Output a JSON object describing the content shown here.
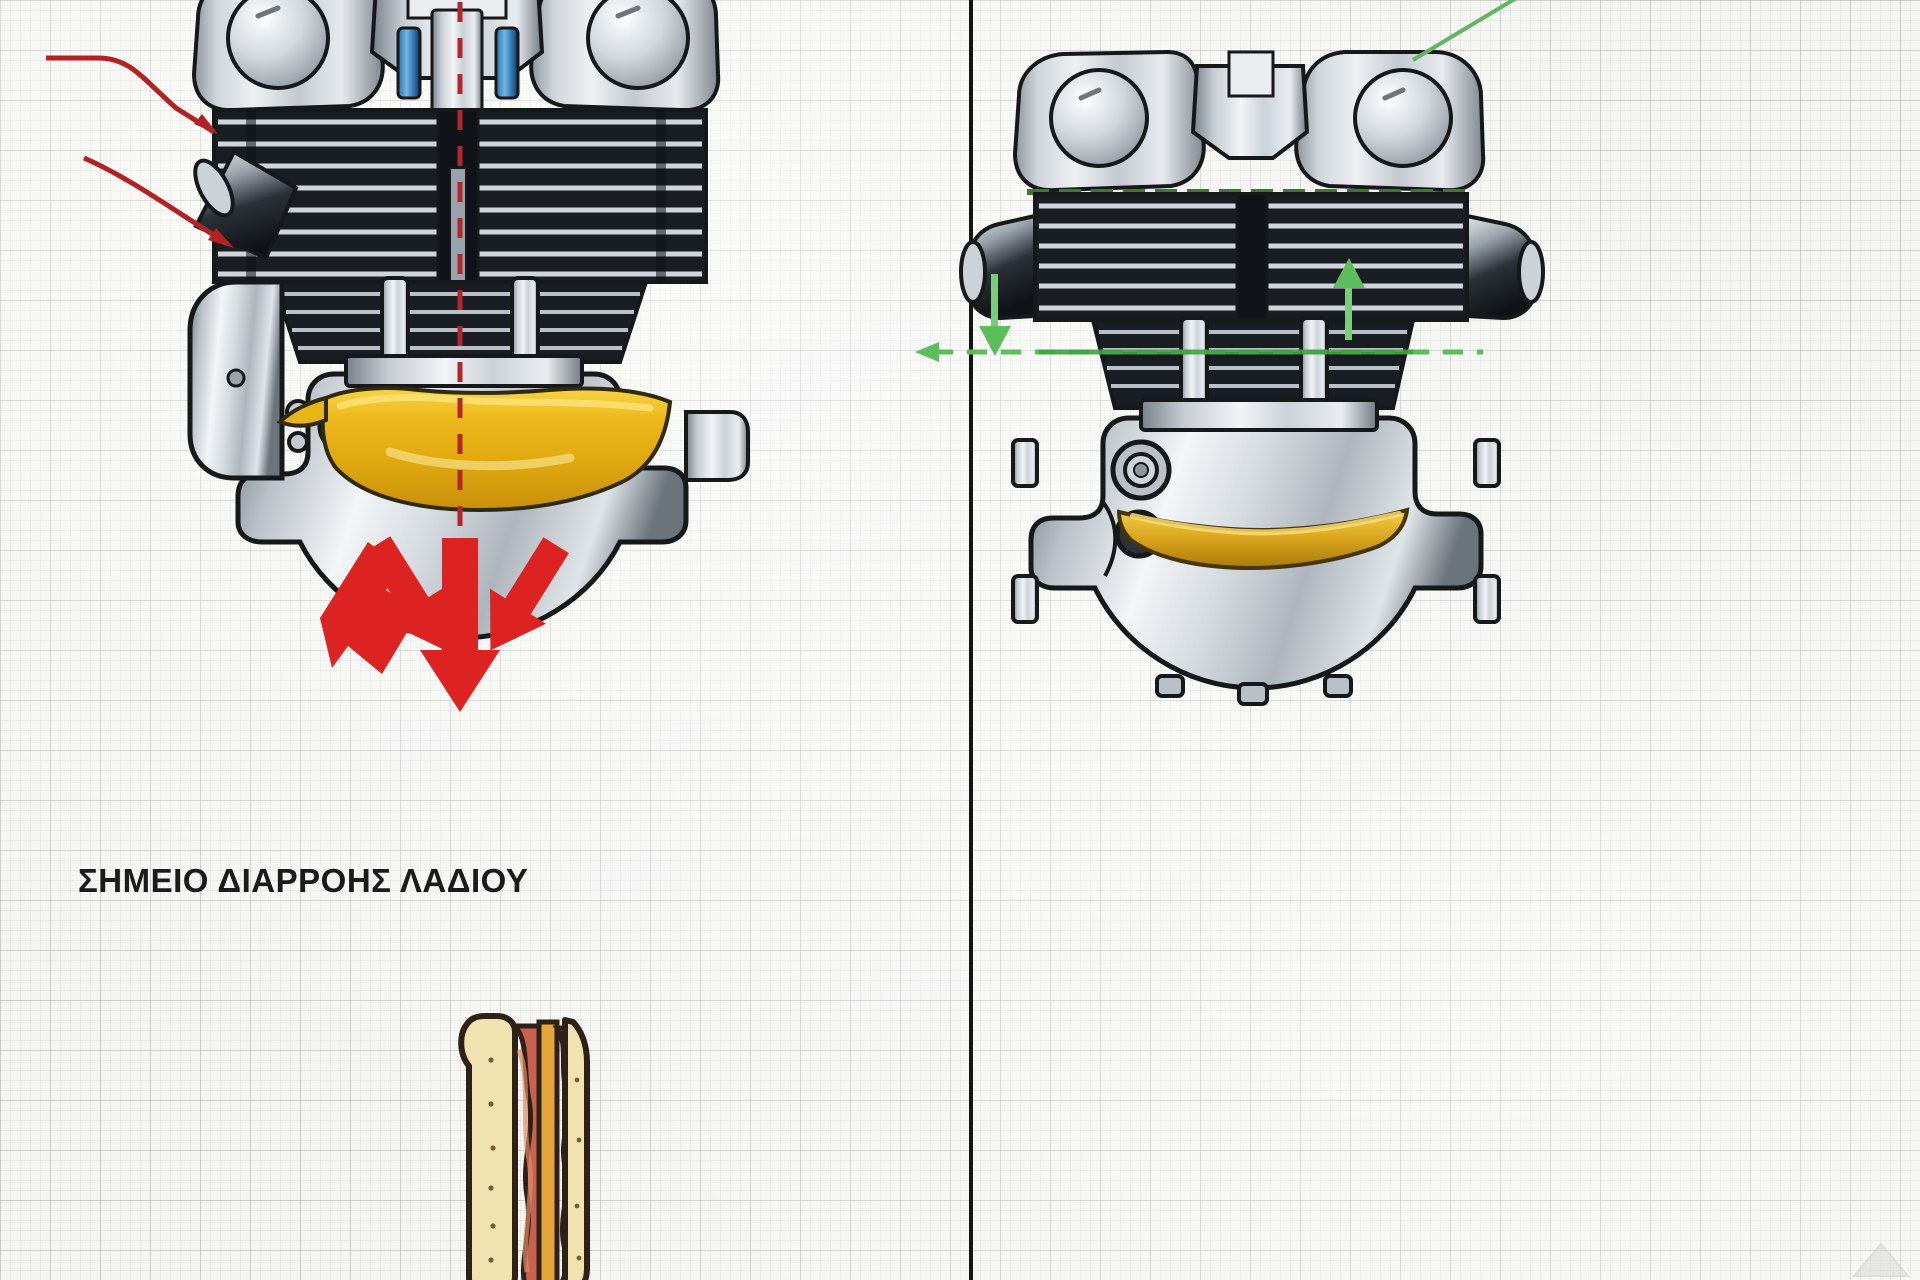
{
  "diagram": {
    "title": "Engine oil level comparison diagram",
    "background": "graph-paper",
    "divider_color": "#151515"
  },
  "left_panel": {
    "name": "overfilled-engine",
    "caption": "ΣΗΜΕΙΟ ΔΙΑΡΡΟΗΣ ΛΑΔΙΟΥ",
    "caption_color": "#1b1b1b",
    "annotation_color": "#c2181c",
    "oil_color": "#e8b518",
    "oil_state": "overfilled",
    "oil_level_label": "",
    "centerline_style": "red-dashed",
    "arrows": [
      {
        "name": "leak-arrow-left",
        "direction": "down-left",
        "color": "#dd2222"
      },
      {
        "name": "leak-arrow-center",
        "direction": "down",
        "color": "#dd2222"
      },
      {
        "name": "leak-arrow-right",
        "direction": "down-right",
        "color": "#dd2222"
      }
    ],
    "pointer_arrows": [
      {
        "name": "pointer-head-gasket",
        "color": "#b22222"
      },
      {
        "name": "pointer-intake-port",
        "color": "#b22222"
      }
    ],
    "sandwich": {
      "name": "squashed-sandwich",
      "orientation": "vertical-compressed",
      "bread_color": "#f0e0ae",
      "crust_color": "#d69a3c",
      "ham_color": "#c8614f",
      "lettuce_color": "#8cc04a"
    }
  },
  "right_panel": {
    "name": "correct-level-engine",
    "caption": "",
    "annotation_color": "#3fa33f",
    "oil_color": "#d8ad2c",
    "oil_state": "correct-level",
    "centerline_style": "green-dashed",
    "arrows": [
      {
        "name": "level-arrow-down",
        "direction": "down",
        "color": "#5bbd5b"
      },
      {
        "name": "level-arrow-up",
        "direction": "up",
        "color": "#5bbd5b"
      },
      {
        "name": "level-line-arrow",
        "direction": "left",
        "color": "#5bbd5b"
      }
    ],
    "guide_lines": [
      {
        "name": "oil-level-dashed-line",
        "orientation": "horizontal",
        "color": "#5bbd5b"
      },
      {
        "name": "head-gasket-line",
        "orientation": "horizontal",
        "color": "#3b7a2e"
      },
      {
        "name": "cam-cover-line",
        "orientation": "diagonal",
        "color": "#5bbd5b"
      }
    ],
    "sandwich": {
      "name": "proper-sandwich",
      "orientation": "isometric",
      "bread_color": "#f7e6b4",
      "crust_color": "#e2a33f",
      "ham_color": "#c0725f",
      "lettuce_color": "#7fc24a"
    }
  },
  "engine_parts": {
    "cam_cover": "cam-cover",
    "valve_cover": "valve-cover",
    "cylinder_head": "cylinder-head",
    "cylinder_fins": "cooling-fins",
    "crankcase": "crankcase",
    "oil_sump": "oil-sump",
    "intake_port": "intake-port",
    "exhaust_port": "exhaust-port",
    "valve_spring": "valve-spring",
    "pushrod": "pushrod"
  },
  "palette": {
    "paper": "#f4f4f2",
    "grid_major": "#8c8c8c",
    "grid_minor": "#969696",
    "metal_light": "#e8eaec",
    "metal_mid": "#b7bcc1",
    "metal_dark": "#7d858c",
    "fin_dark": "#1d2126",
    "fin_light": "#cfd4d8",
    "outline": "#16181a",
    "oil_gold": "#e8b518",
    "oil_gold_dark": "#c18c0a",
    "red": "#dd2222",
    "green": "#5bbd5b"
  }
}
